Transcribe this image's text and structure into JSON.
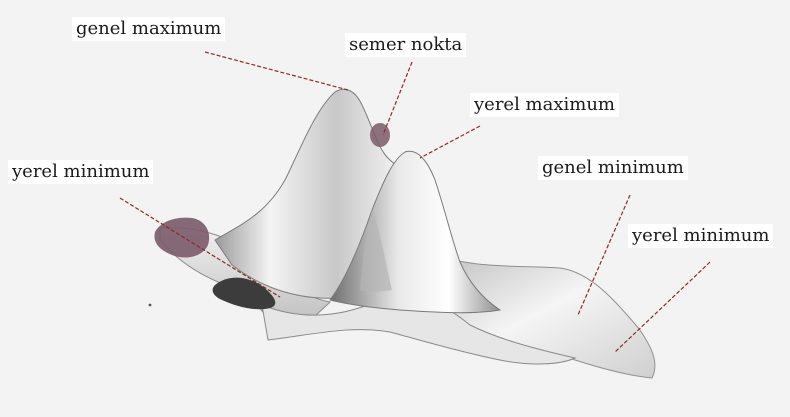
{
  "colors": {
    "background": "#f3f3f3",
    "surface_light": "#f7f7f7",
    "surface_mid": "#d6d6d6",
    "surface_dark": "#8c8c8c",
    "surface_shadow": "#4a4a4a",
    "basin_tint": "#7a5a68",
    "leader_line": "#8a2b2b",
    "label_bg": "#ffffff",
    "label_text": "#1a1a1a"
  },
  "labels": {
    "genel_maximum": "genel maximum",
    "semer_nokta": "semer nokta",
    "yerel_maximum": "yerel maximum",
    "yerel_minimum_left": "yerel minimum",
    "genel_minimum": "genel minimum",
    "yerel_minimum_right": "yerel minimum"
  }
}
